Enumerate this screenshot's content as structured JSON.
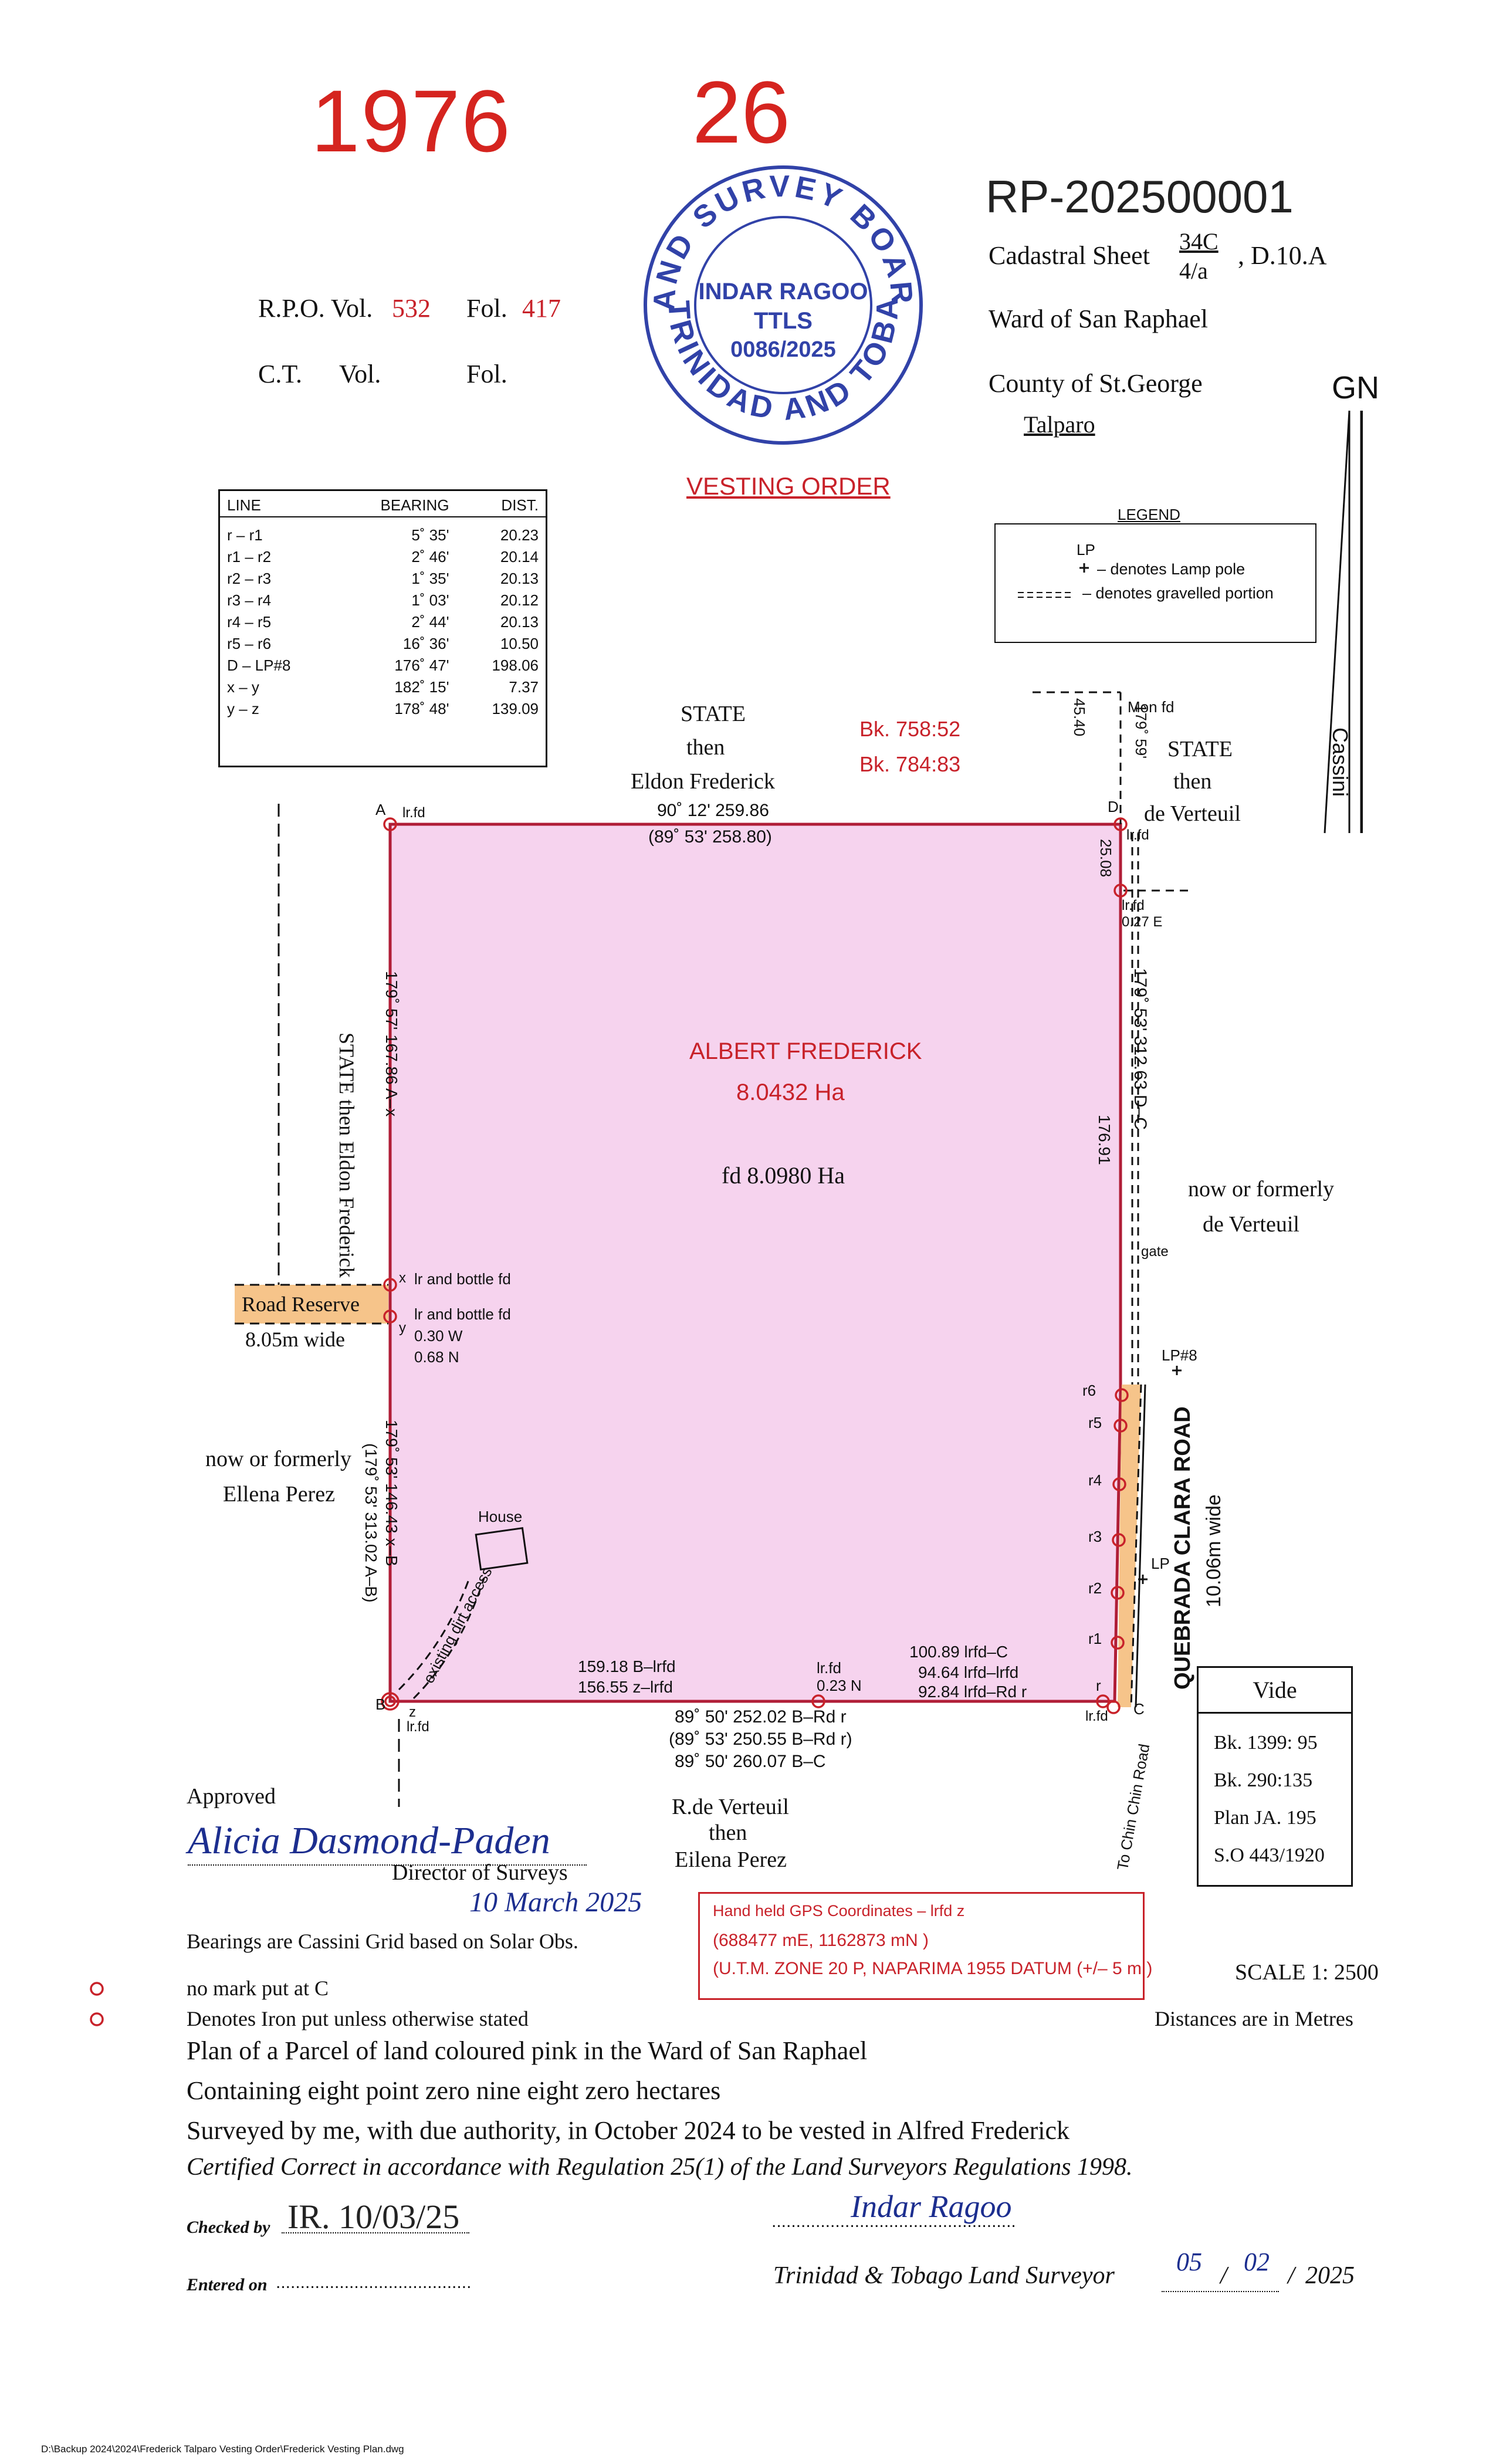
{
  "header": {
    "year_number": "1976",
    "folio_number": "26",
    "rp_number": "RP-202500001",
    "cadastral_sheet_label": "Cadastral Sheet",
    "cadastral_sheet_num": "34C",
    "cadastral_sheet_den": "4/a",
    "cadastral_sheet_suffix": ", D.10.A",
    "ward": "Ward of San Raphael",
    "county": "County of St.George",
    "district": "Talparo",
    "rpo_label": "R.P.O.  Vol.",
    "rpo_vol": "532",
    "rpo_fol_label": "Fol.",
    "rpo_fol": "417",
    "ct_label": "C.T.",
    "ct_vol_label": "Vol.",
    "ct_fol_label": "Fol.",
    "vesting_order": "VESTING   ORDER"
  },
  "stamp": {
    "ring_top": "LAND SURVEY BOARD",
    "ring_bottom": "OF TRINIDAD AND TOBAGO",
    "name": "INDAR RAGOO",
    "title": "TTLS",
    "number": "0086/2025"
  },
  "north": {
    "label": "GN",
    "cassini": "Cassini"
  },
  "line_table": {
    "headers": [
      "LINE",
      "BEARING",
      "DIST."
    ],
    "rows": [
      [
        "r  –  r1",
        "5˚  35'",
        "20.23"
      ],
      [
        "r1 – r2",
        "2˚  46'",
        "20.14"
      ],
      [
        "r2 – r3",
        "1˚  35'",
        "20.13"
      ],
      [
        "r3 – r4",
        "1˚  03'",
        "20.12"
      ],
      [
        "r4 – r5",
        "2˚  44'",
        "20.13"
      ],
      [
        "r5 – r6",
        "16˚  36'",
        "10.50"
      ],
      [
        "D – LP#8",
        "176˚  47'",
        "198.06"
      ],
      [
        "x  –  y",
        "182˚  15'",
        "7.37"
      ],
      [
        "y  –  z",
        "178˚  48'",
        "139.09"
      ]
    ]
  },
  "legend": {
    "title": "LEGEND",
    "lp_label": "LP",
    "lamp": "– denotes Lamp pole",
    "gravel": "– denotes gravelled portion"
  },
  "plan": {
    "owner": "ALBERT FREDERICK",
    "area": "8.0432 Ha",
    "area_fd": "fd 8.0980 Ha",
    "north_adj_1": "STATE",
    "north_adj_2": "then",
    "north_adj_3": "Eldon Frederick",
    "bk1": "Bk.  758:52",
    "bk2": "Bk.  784:83",
    "ne_adj_1": "STATE",
    "ne_adj_2": "then",
    "ne_adj_3": "de Verteuil",
    "east_adj_1": "now or formerly",
    "east_adj_2": "de Verteuil",
    "west_adj_1": "now or formerly",
    "west_adj_2": "Ellena Perez",
    "west_vert": "STATE then Eldon Frederick",
    "road_reserve": "Road Reserve",
    "road_width": "8.05m wide",
    "south_adj_1": "R.de Verteuil",
    "south_adj_2": "then",
    "south_adj_3": "Eilena Perez",
    "ad_bearing": "90˚  12'   259.86",
    "ad_bearing2": "(89˚  53'   258.80)",
    "west_top_bearing": "179˚  57'   167.86 A–x",
    "west_bottom_bearing": "179˚  53'   146.43 x–B",
    "west_bottom_bearing2": "(179˚  53'   313.02 A–B)",
    "east_top": "45.40",
    "east_bearing_a": "179˚  59'",
    "east_25": "25.08",
    "east_bearing": "179˚  53'   312.63 D–C",
    "east_176": "176.91",
    "south_bearing1": "89˚  50'   252.02  B–Rd  r",
    "south_bearing2": "(89˚  53'   250.55  B–Rd  r)",
    "south_bearing3": "89˚  50'   260.07  B–C",
    "b_lrfd": "159.18  B–lrfd",
    "z_lrfd": "156.55  z–lrfd",
    "lrfd_023a": "lr.fd",
    "lrfd_023b": "0.23  N",
    "c_lrfd": "100.89  lrfd–C",
    "lrfd_lrfd": "94.64  lrfd–lrfd",
    "lrfd_rd": "92.84  lrfd–Rd  r",
    "a_label": "A",
    "b_label": "B",
    "c_label": "C",
    "d_label": "D",
    "x_label": "x",
    "y_label": "y",
    "z_label": "z",
    "r_label": "r",
    "r1": "r1",
    "r2": "r2",
    "r3": "r3",
    "r4": "r4",
    "r5": "r5",
    "r6": "r6",
    "lrfd": "lr.fd",
    "mon_fd": "Mon fd",
    "lrfd_027a": "lr.fd",
    "lrfd_027b": "0.27  E",
    "x_note": "lr and bottle fd",
    "y_note": "lr and bottle fd",
    "y_off1": "0.30  W",
    "y_off2": "0.68  N",
    "gate": "gate",
    "lp8": "LP#8",
    "lp": "LP",
    "house": "House",
    "access": "existing dirt access",
    "road_name": "QUEBRADA  CLARA  ROAD",
    "road_width_e": "10.06m  wide",
    "chin_chin": "To Chin Chin Road"
  },
  "vide": {
    "title": "Vide",
    "items": [
      "Bk.  1399: 95",
      "Bk.  290:135",
      "Plan  JA.  195",
      "S.O  443/1920"
    ]
  },
  "gps": {
    "line1": "Hand held GPS Coordinates – lrfd z",
    "line2": "(688477 mE,  1162873 mN )",
    "line3": "(U.T.M.  ZONE 20 P,  NAPARIMA 1955 DATUM  (+/–  5  m  )"
  },
  "approval": {
    "approved": "Approved",
    "signature": "Alicia Dasmond-Paden",
    "director": "Director of Surveys",
    "date": "10 March 2025"
  },
  "notes": {
    "bearings": "Bearings are Cassini Grid based on Solar Obs.",
    "no_mark": "no mark put at C",
    "iron": "Denotes Iron put unless otherwise stated",
    "scale": "SCALE  1: 2500",
    "distances": "Distances are in Metres",
    "line1": "Plan of a Parcel of land coloured pink in the Ward of San Raphael",
    "line2": "Containing eight point zero nine eight zero hectares",
    "line3": "Surveyed by me, with due authority, in October 2024 to be vested in Alfred Frederick",
    "cert": "Certified Correct in accordance with Regulation 25(1) of the Land Surveyors Regulations 1998."
  },
  "footer": {
    "checked_label": "Checked by",
    "checked_value": "IR. 10/03/25",
    "entered_label": "Entered on",
    "entered_dots": "........................................",
    "surveyor_sig": "Indar Ragoo",
    "surveyor_dots": "..................................................",
    "surveyor_label": "Trinidad & Tobago Land Surveyor",
    "surveyor_date_d": "05",
    "surveyor_date_m": "02",
    "surveyor_date_y": "2025",
    "file_path": "D:\\Backup 2024\\2024\\Frederick Talparo Vesting Order\\Frederick Vesting Plan.dwg"
  },
  "colors": {
    "parcel_fill": "#f6d3ee",
    "boundary": "#b01e37",
    "road_fill": "#f6c48a",
    "stamp": "#3142a8"
  }
}
